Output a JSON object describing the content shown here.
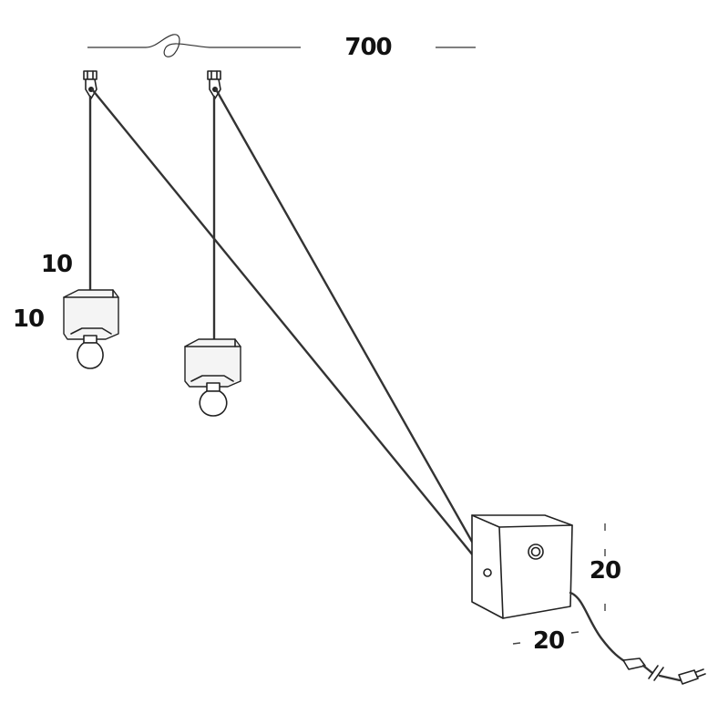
{
  "diagram": {
    "dimensions": {
      "length_label": "700",
      "pendant_width_label": "10",
      "pendant_height_label": "10",
      "base_height_label": "20",
      "base_width_label": "20"
    },
    "icons": {
      "ceiling_hook": "ceiling-hook-icon",
      "pendant_lamp": "pendant-lamp-icon",
      "light_bulb": "light-bulb-icon",
      "base_box": "weight-box-icon",
      "plug": "plug-icon"
    },
    "colors": {
      "line": "#222222",
      "background": "#ffffff"
    }
  }
}
